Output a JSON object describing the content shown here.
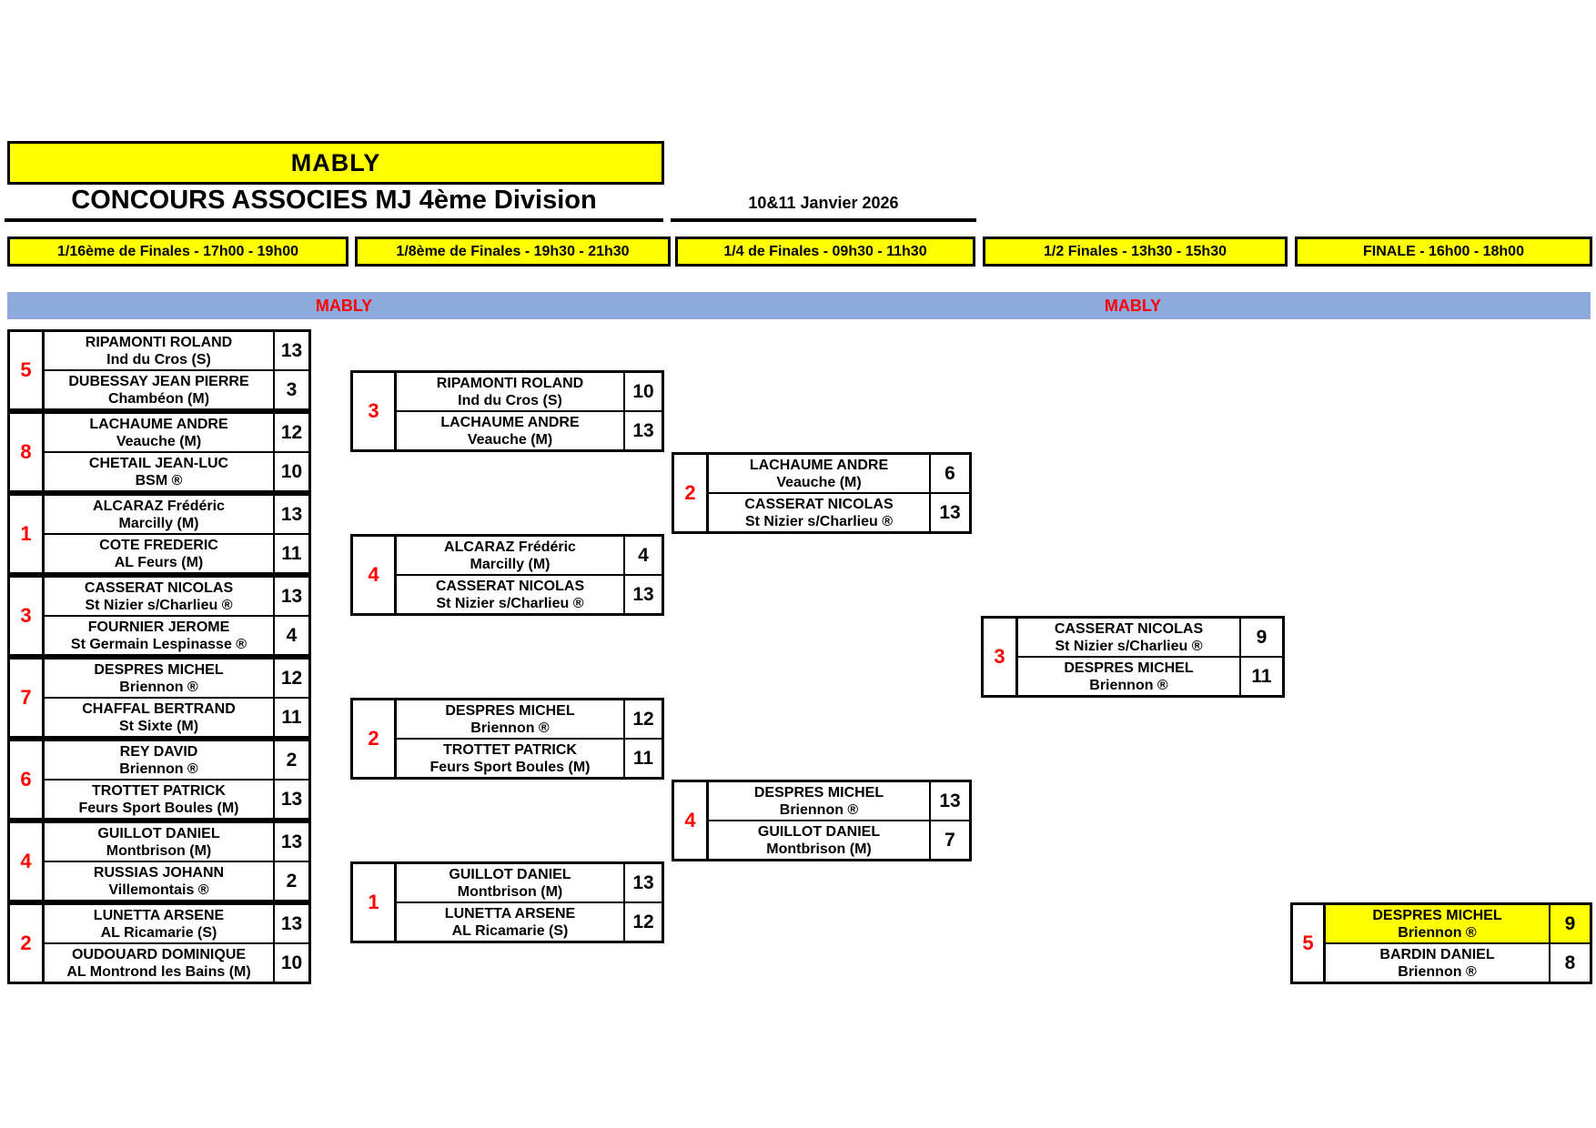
{
  "header": {
    "club_banner": "MABLY",
    "title": "CONCOURS ASSOCIES MJ 4ème Division",
    "date": "10&11 Janvier 2026"
  },
  "round_headers": [
    "1/16ème de Finales - 17h00 - 19h00",
    "1/8ème de Finales - 19h30 - 21h30",
    "1/4 de Finales - 09h30 - 11h30",
    "1/2 Finales - 13h30 - 15h30",
    "FINALE - 16h00 - 18h00"
  ],
  "venue_bar": {
    "left_label": "MABLY",
    "right_label": "MABLY"
  },
  "colors": {
    "highlight_yellow": "#FFFF00",
    "bar_blue": "#8EA9DB",
    "seed_red": "#FF0000"
  },
  "bracket": {
    "sixteenths": [
      {
        "seed": "5",
        "top": {
          "name": "RIPAMONTI ROLAND",
          "club": "Ind du Cros (S)",
          "score": "13"
        },
        "bottom": {
          "name": "DUBESSAY JEAN PIERRE",
          "club": "Chambéon (M)",
          "score": "3"
        }
      },
      {
        "seed": "8",
        "top": {
          "name": "LACHAUME ANDRE",
          "club": "Veauche (M)",
          "score": "12"
        },
        "bottom": {
          "name": "CHETAIL JEAN-LUC",
          "club": "BSM ®",
          "score": "10"
        }
      },
      {
        "seed": "1",
        "top": {
          "name": "ALCARAZ Frédéric",
          "club": "Marcilly (M)",
          "score": "13"
        },
        "bottom": {
          "name": "COTE FREDERIC",
          "club": "AL Feurs (M)",
          "score": "11"
        }
      },
      {
        "seed": "3",
        "top": {
          "name": "CASSERAT NICOLAS",
          "club": "St Nizier s/Charlieu ®",
          "score": "13"
        },
        "bottom": {
          "name": "FOURNIER JEROME",
          "club": "St Germain Lespinasse ®",
          "score": "4"
        }
      },
      {
        "seed": "7",
        "top": {
          "name": "DESPRES MICHEL",
          "club": "Briennon ®",
          "score": "12"
        },
        "bottom": {
          "name": "CHAFFAL BERTRAND",
          "club": "St Sixte (M)",
          "score": "11"
        }
      },
      {
        "seed": "6",
        "top": {
          "name": "REY DAVID",
          "club": "Briennon ®",
          "score": "2"
        },
        "bottom": {
          "name": "TROTTET PATRICK",
          "club": "Feurs Sport Boules (M)",
          "score": "13"
        }
      },
      {
        "seed": "4",
        "top": {
          "name": "GUILLOT DANIEL",
          "club": "Montbrison (M)",
          "score": "13"
        },
        "bottom": {
          "name": "RUSSIAS JOHANN",
          "club": "Villemontais ®",
          "score": "2"
        }
      },
      {
        "seed": "2",
        "top": {
          "name": "LUNETTA ARSENE",
          "club": "AL Ricamarie (S)",
          "score": "13"
        },
        "bottom": {
          "name": "OUDOUARD DOMINIQUE",
          "club": "AL Montrond les Bains (M)",
          "score": "10"
        }
      }
    ],
    "eighths": [
      {
        "seed": "3",
        "top": {
          "name": "RIPAMONTI ROLAND",
          "club": "Ind du Cros (S)",
          "score": "10"
        },
        "bottom": {
          "name": "LACHAUME ANDRE",
          "club": "Veauche (M)",
          "score": "13"
        }
      },
      {
        "seed": "4",
        "top": {
          "name": "ALCARAZ Frédéric",
          "club": "Marcilly (M)",
          "score": "4"
        },
        "bottom": {
          "name": "CASSERAT NICOLAS",
          "club": "St Nizier s/Charlieu ®",
          "score": "13"
        }
      },
      {
        "seed": "2",
        "top": {
          "name": "DESPRES MICHEL",
          "club": "Briennon ®",
          "score": "12"
        },
        "bottom": {
          "name": "TROTTET PATRICK",
          "club": "Feurs Sport Boules (M)",
          "score": "11"
        }
      },
      {
        "seed": "1",
        "top": {
          "name": "GUILLOT DANIEL",
          "club": "Montbrison (M)",
          "score": "13"
        },
        "bottom": {
          "name": "LUNETTA ARSENE",
          "club": "AL Ricamarie (S)",
          "score": "12"
        }
      }
    ],
    "quarters": [
      {
        "seed": "2",
        "top": {
          "name": "LACHAUME ANDRE",
          "club": "Veauche (M)",
          "score": "6"
        },
        "bottom": {
          "name": "CASSERAT NICOLAS",
          "club": "St Nizier s/Charlieu ®",
          "score": "13"
        }
      },
      {
        "seed": "4",
        "top": {
          "name": "DESPRES MICHEL",
          "club": "Briennon ®",
          "score": "13"
        },
        "bottom": {
          "name": "GUILLOT DANIEL",
          "club": "Montbrison (M)",
          "score": "7"
        }
      }
    ],
    "semis": [
      {
        "seed": "3",
        "top": {
          "name": "CASSERAT NICOLAS",
          "club": "St Nizier s/Charlieu ®",
          "score": "9"
        },
        "bottom": {
          "name": "DESPRES MICHEL",
          "club": "Briennon ®",
          "score": "11"
        }
      }
    ],
    "final": [
      {
        "seed": "5",
        "top": {
          "name": "DESPRES MICHEL",
          "club": "Briennon ®",
          "score": "9",
          "highlighted": true
        },
        "bottom": {
          "name": "BARDIN DANIEL",
          "club": "Briennon ®",
          "score": "8"
        }
      }
    ]
  }
}
